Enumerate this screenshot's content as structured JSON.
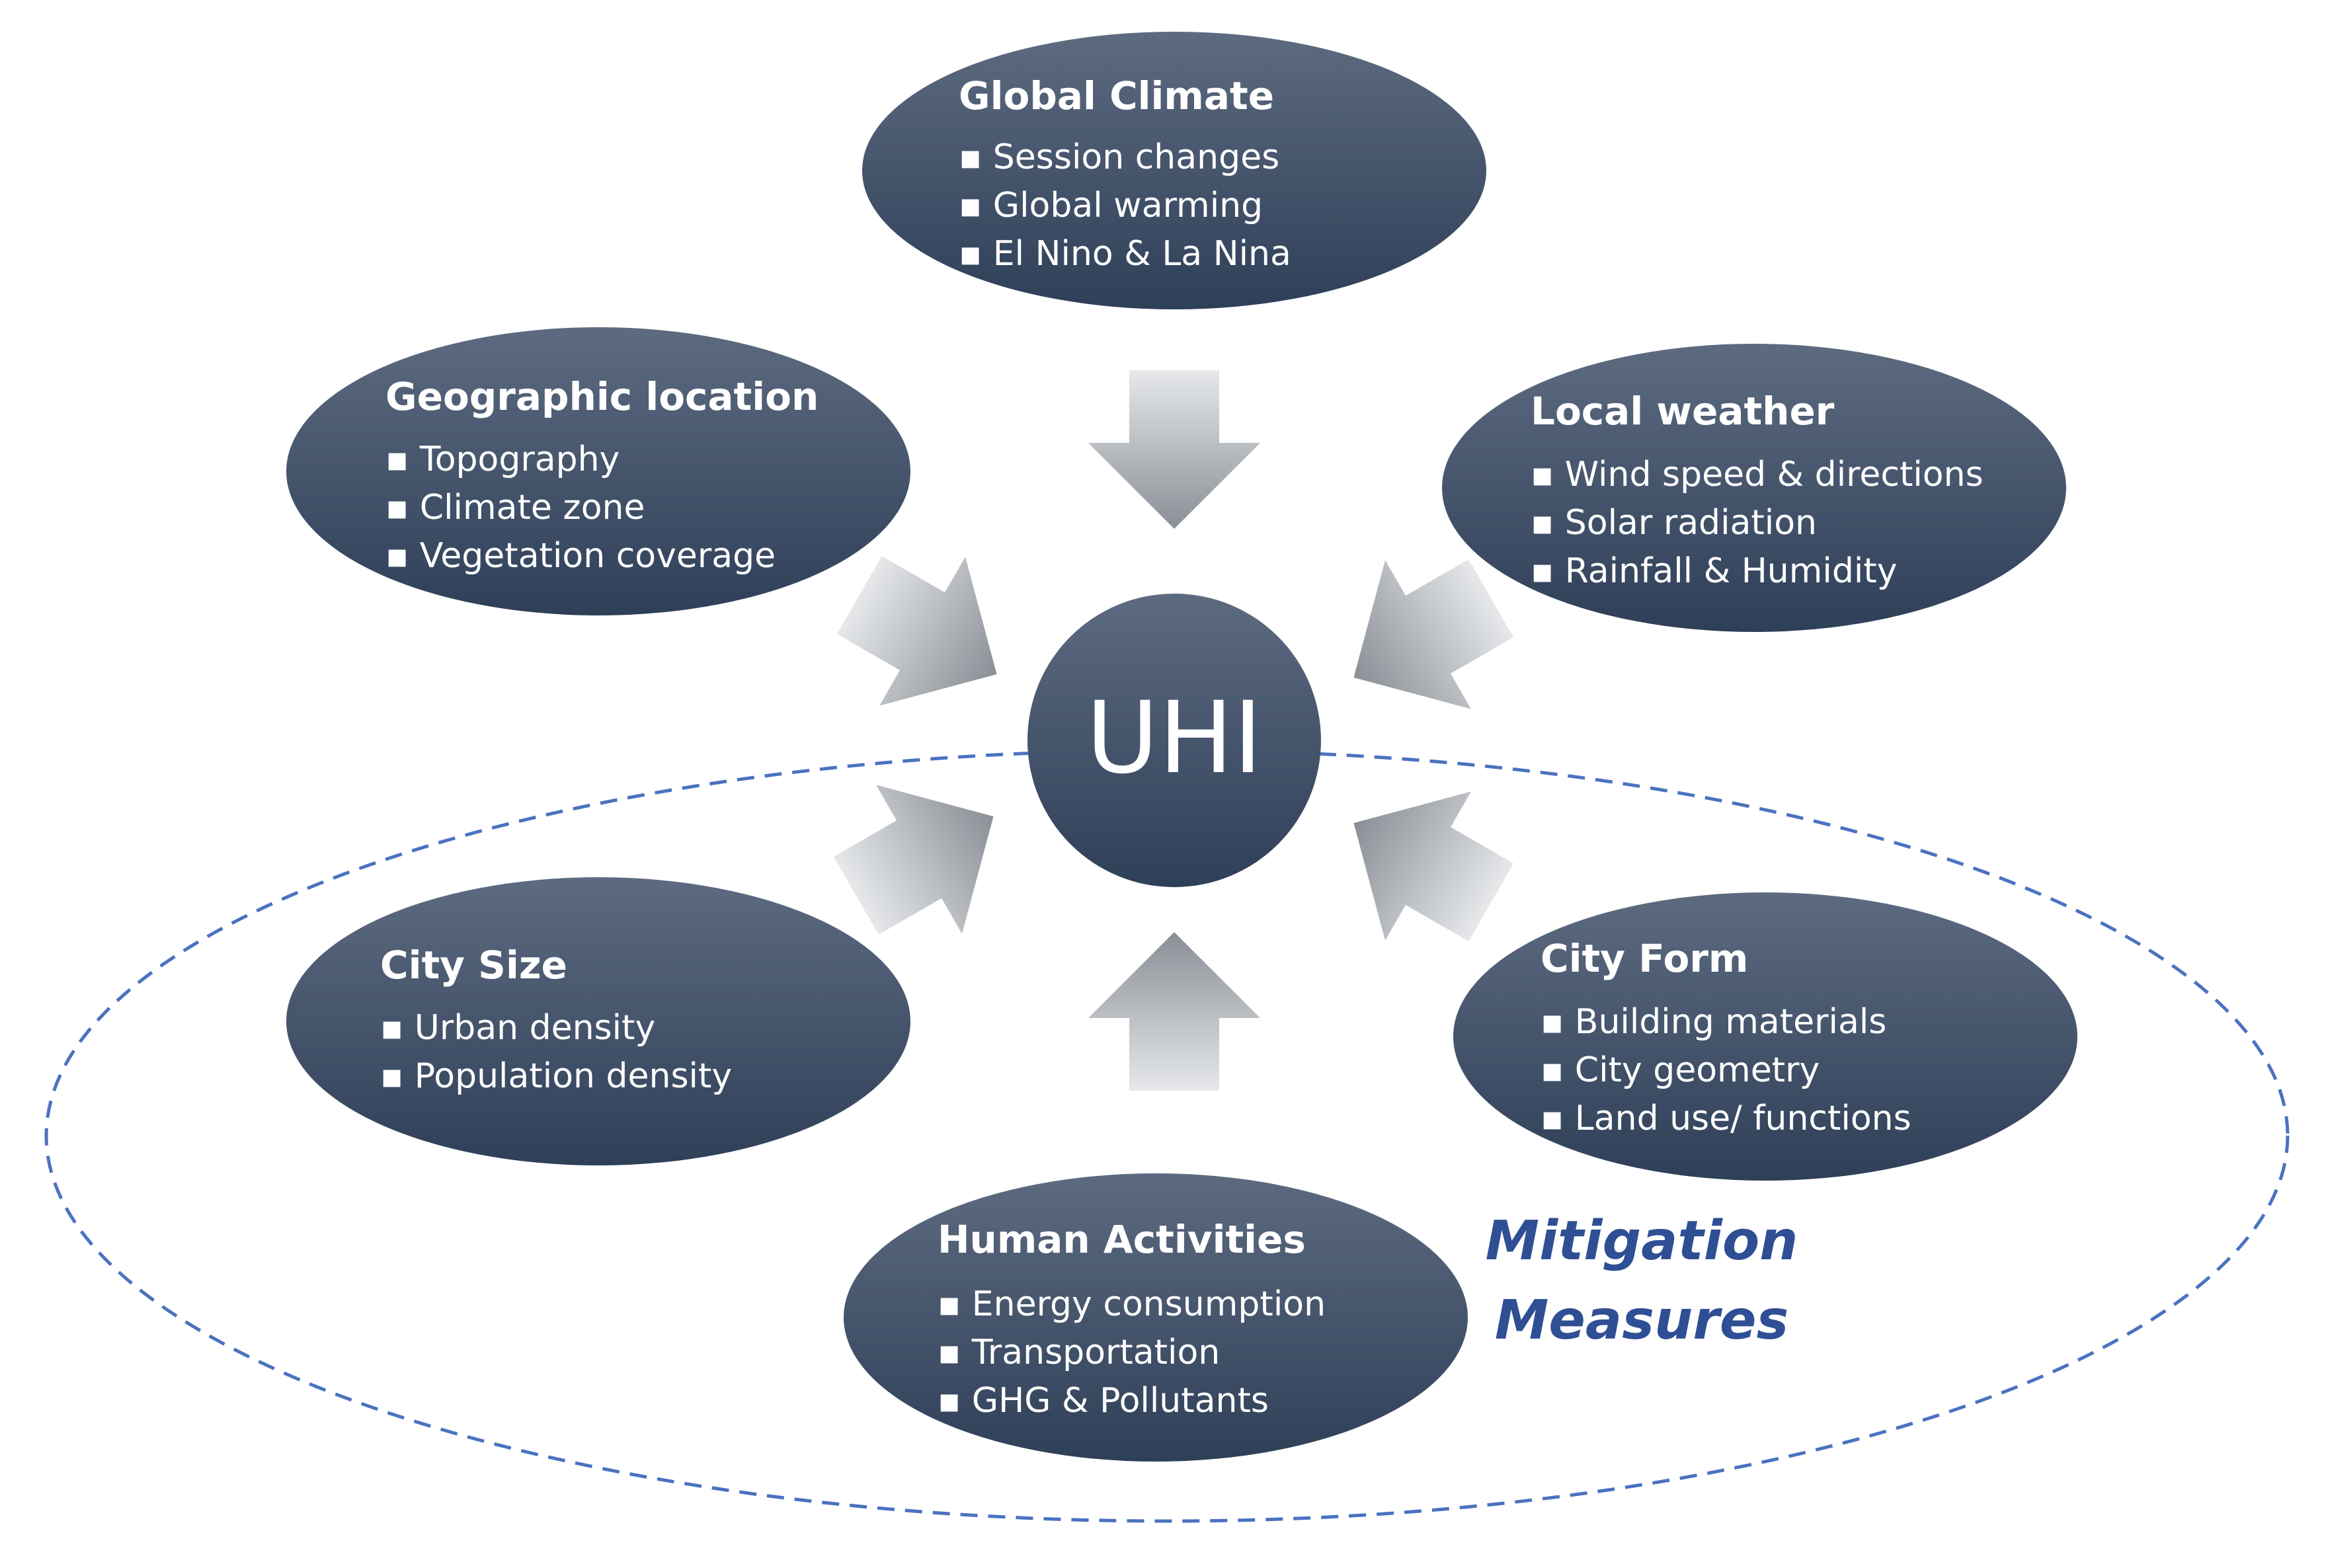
{
  "center": {
    "label": "UHI"
  },
  "factors": [
    {
      "title": "Global Climate",
      "items": [
        "Session changes",
        "Global warming",
        "El Nino & La Nina"
      ]
    },
    {
      "title": "Geographic location",
      "items": [
        "Topography",
        "Climate zone",
        "Vegetation coverage"
      ]
    },
    {
      "title": "Local weather",
      "items": [
        "Wind speed & directions",
        "Solar radiation",
        "Rainfall & Humidity"
      ]
    },
    {
      "title": "City Size",
      "items": [
        "Urban density",
        "Population density"
      ]
    },
    {
      "title": "City Form",
      "items": [
        "Building materials",
        "City geometry",
        "Land use/ functions"
      ]
    },
    {
      "title": "Human Activities",
      "items": [
        "Energy consumption",
        "Transportation",
        "GHG & Pollutants"
      ]
    }
  ],
  "mitigation": {
    "line1": "Mitigation",
    "line2": "Measures"
  },
  "colors": {
    "node_top": "#5d6b80",
    "node_bottom": "#2e3f58",
    "node_text": "#ffffff",
    "arrow_top": "#8a8f96",
    "arrow_bottom": "#e6e8ea",
    "mitigation_text": "#2f4f95",
    "dashed_outline": "#4a72c0"
  }
}
